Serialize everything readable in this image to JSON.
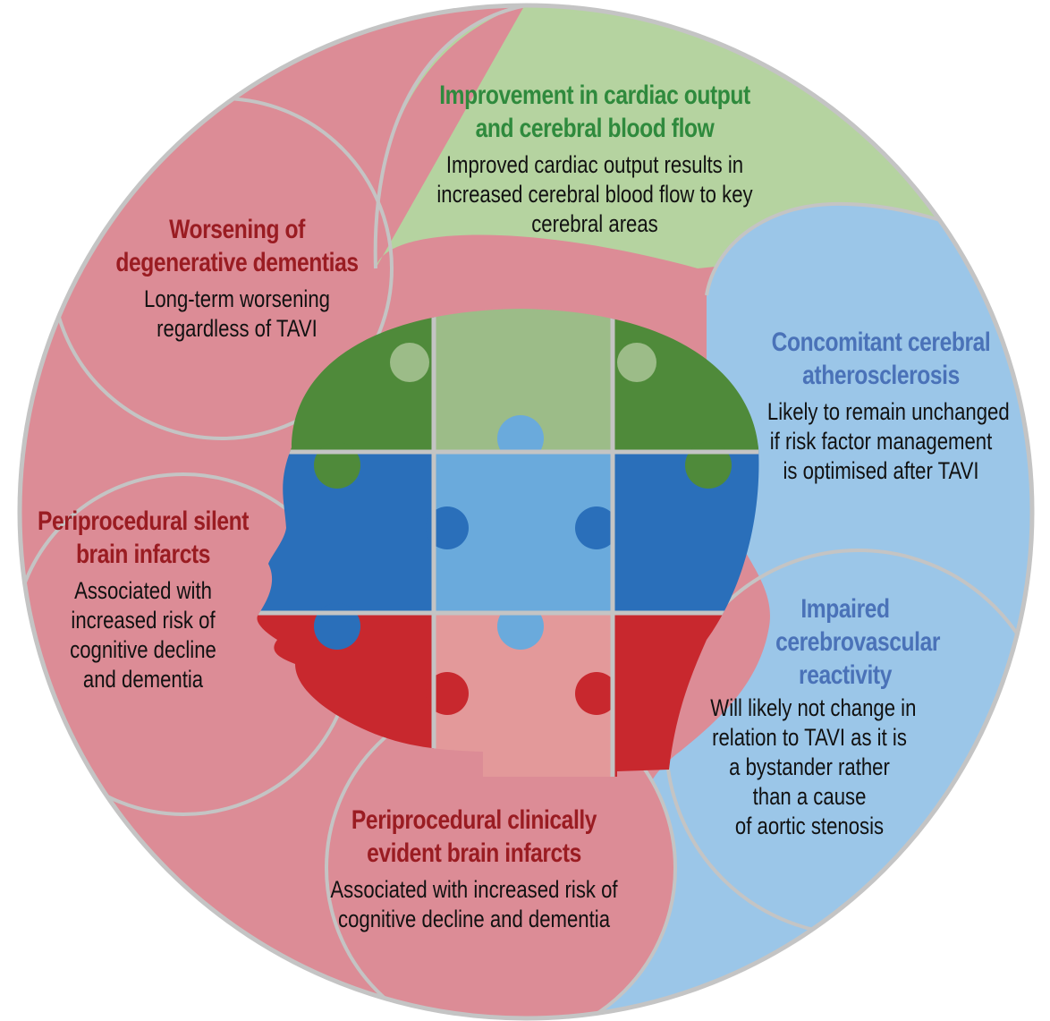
{
  "colors": {
    "red_region": "#dc8c96",
    "green_region": "#b5d3a0",
    "blue_region": "#9bc6e8",
    "outline": "#c4c4c4",
    "red_title": "#9a1c22",
    "green_title": "#2f8a3d",
    "blue_title": "#4a72b8",
    "body_text": "#111111",
    "puzzle_dark_green": "#4f8a3a",
    "puzzle_light_green": "#9cbc88",
    "puzzle_dark_blue": "#2a6fba",
    "puzzle_light_blue": "#6aaadc",
    "puzzle_red": "#c8282e",
    "puzzle_pink": "#e3999a"
  },
  "sections": {
    "cardiac_output": {
      "title": [
        "Improvement in cardiac output",
        "and cerebral blood flow"
      ],
      "body": [
        "Improved cardiac output results in",
        "increased cerebral blood flow to key",
        "cerebral areas"
      ],
      "category": "improves"
    },
    "degenerative_dementias": {
      "title": [
        "Worsening of",
        "degenerative dementias"
      ],
      "body": [
        "Long-term worsening",
        "regardless of TAVI"
      ],
      "category": "worsens"
    },
    "cerebral_atherosclerosis": {
      "title": [
        "Concomitant cerebral",
        "atherosclerosis"
      ],
      "body": [
        "Likely to remain unchanged",
        "if risk factor management",
        "is optimised after TAVI"
      ],
      "category": "unchanged"
    },
    "silent_infarcts": {
      "title": [
        "Periprocedural silent",
        "brain infarcts"
      ],
      "body": [
        "Associated with",
        "increased risk of",
        "cognitive decline",
        "and dementia"
      ],
      "category": "worsens"
    },
    "cerebrovascular_reactivity": {
      "title": [
        "Impaired",
        "cerebrovascular",
        "reactivity"
      ],
      "body": [
        "Will likely not change in",
        "relation to TAVI as it is",
        "a bystander rather",
        "than a cause",
        "of aortic stenosis"
      ],
      "category": "unchanged"
    },
    "clinical_infarcts": {
      "title": [
        "Periprocedural clinically",
        "evident brain infarcts"
      ],
      "body": [
        "Associated with increased risk of",
        "cognitive decline and dementia"
      ],
      "category": "worsens"
    }
  },
  "puzzle_head": {
    "rows": [
      {
        "row": "top",
        "pieces": [
          "dark-green",
          "light-green",
          "dark-green"
        ]
      },
      {
        "row": "middle",
        "pieces": [
          "dark-blue",
          "light-blue",
          "dark-blue"
        ]
      },
      {
        "row": "bottom",
        "pieces": [
          "red",
          "pink",
          "red"
        ]
      }
    ]
  }
}
